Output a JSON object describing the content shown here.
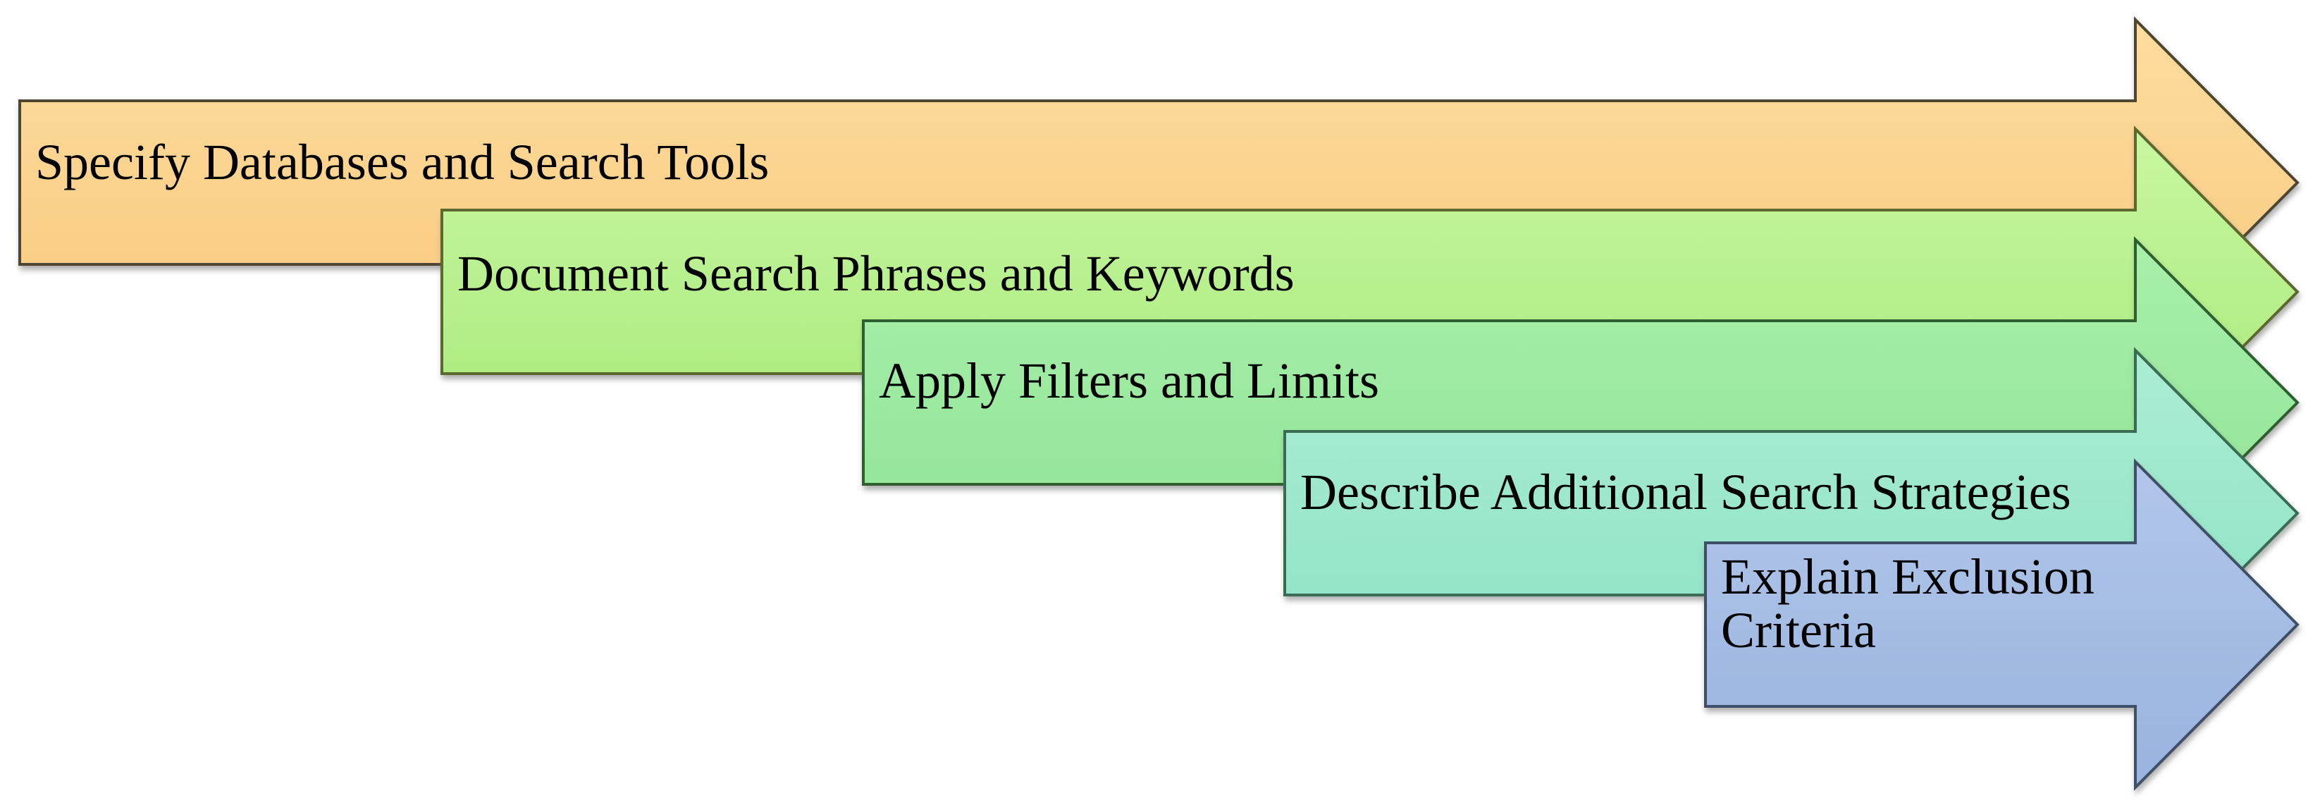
{
  "diagram": {
    "type": "staggered-process-arrow-list",
    "background_color": "#ffffff",
    "text_color": "#000000",
    "step_count": 5
  },
  "arrows": [
    {
      "label": "Specify Databases and Search Tools",
      "fill_light": "#FEDD9F",
      "fill_base": "#F8C97E",
      "border_color": "#4E4733"
    },
    {
      "label": "Document Search Phrases and Keywords",
      "fill_light": "#C8F7A0",
      "fill_base": "#A8E97B",
      "border_color": "#5C682E"
    },
    {
      "label": "Apply Filters and Limits",
      "fill_light": "#A9F0AB",
      "fill_base": "#8FE295",
      "border_color": "#2E5F2D"
    },
    {
      "label": "Describe Additional Search Strategies",
      "fill_light": "#ACEDD5",
      "fill_base": "#8CE2C2",
      "border_color": "#386C54"
    },
    {
      "label": "Explain Exclusion Criteria",
      "fill_light": "#B2C6EA",
      "fill_base": "#98B3DE",
      "border_color": "#414F68"
    }
  ]
}
